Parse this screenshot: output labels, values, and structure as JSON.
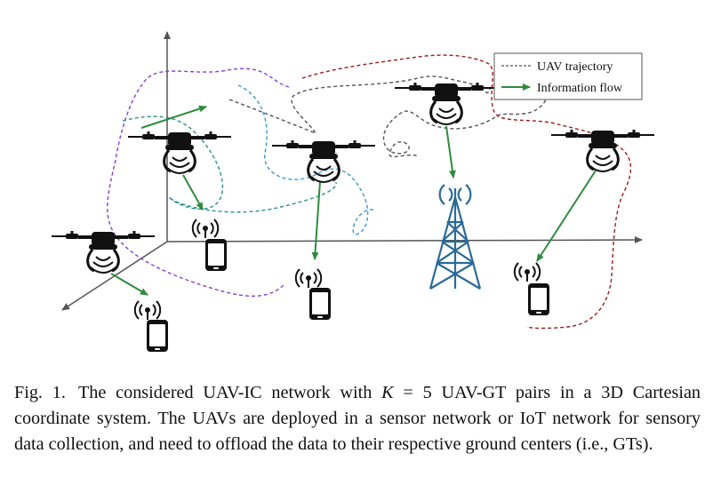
{
  "legend": {
    "trajectory_label": "UAV trajectory",
    "flow_label": "Information flow"
  },
  "caption": {
    "label": "Fig. 1.",
    "pre": "The considered UAV-IC network with ",
    "k_symbol": "K",
    "equals": " = ",
    "k_value": "5",
    "post": " UAV-GT pairs in a 3D Cartesian coordinate system. The UAVs are deployed in a sensor network or IoT network for sensory data collection, and need to offload the data to their respective ground centers (i.e., GTs)."
  },
  "colors": {
    "axis": "#555555",
    "flow_arrow": "#2e8b3e",
    "tower": "#2b6a96",
    "trajectory_purple": "#8a3fd0",
    "trajectory_teal": "#2f8f8a",
    "trajectory_blue": "#3a98d6",
    "trajectory_gray": "#555555",
    "trajectory_red": "#9a1d1d"
  },
  "icons": [
    "drone-icon",
    "phone-icon",
    "wireless-signal-icon",
    "cell-tower-icon"
  ]
}
